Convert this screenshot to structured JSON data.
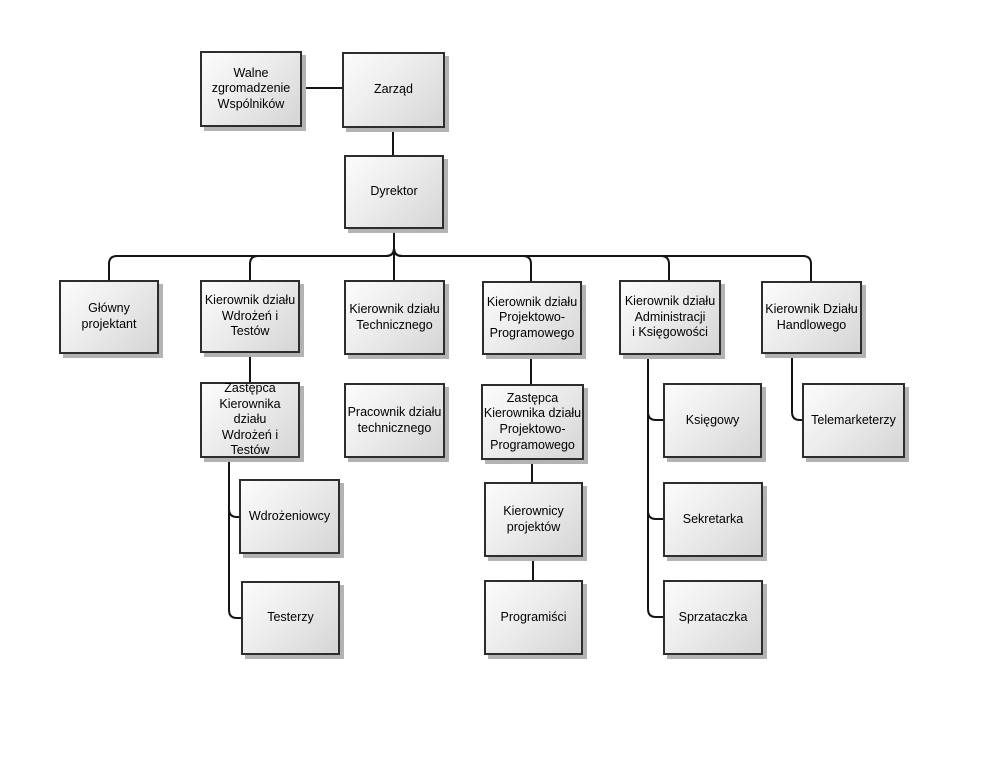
{
  "org": {
    "type": "org-chart",
    "language": "pl",
    "nodes": {
      "walne": {
        "label": "Walne\nzgromadzenie\nWspólników"
      },
      "zarzad": {
        "label": "Zarząd"
      },
      "dyrektor": {
        "label": "Dyrektor"
      },
      "glowny": {
        "label": "Główny\nprojektant"
      },
      "kier_wdrozen": {
        "label": "Kierownik działu\nWdrożeń i\nTestów"
      },
      "kier_tech": {
        "label": "Kierownik działu\nTechnicznego"
      },
      "kier_proj": {
        "label": "Kierownik działu\nProjektowo-\nProgramowego"
      },
      "kier_admin": {
        "label": "Kierownik działu\nAdministracji\ni Księgowości"
      },
      "kier_handl": {
        "label": "Kierownik Działu\nHandlowego"
      },
      "zastepca_wdrozen": {
        "label": "Zastępca\nKierownika działu\nWdrożeń i\nTestów"
      },
      "pracownik_tech": {
        "label": "Pracownik działu\ntechnicznego"
      },
      "zastepca_proj": {
        "label": "Zastępca\nKierownika działu\nProjektowo-\nProgramowego"
      },
      "ksiegowy": {
        "label": "Księgowy"
      },
      "telemarketerzy": {
        "label": "Telemarketerzy"
      },
      "wdrozeniowcy": {
        "label": "Wdrożeniowcy"
      },
      "kierownicy_proj": {
        "label": "Kierownicy\nprojektów"
      },
      "sekretarka": {
        "label": "Sekretarka"
      },
      "testerzy": {
        "label": "Testerzy"
      },
      "programisci": {
        "label": "Programiści"
      },
      "sprzataczka": {
        "label": "Sprzataczka"
      }
    },
    "edges": [
      {
        "from": "walne",
        "to": "zarzad",
        "kind": "lateral"
      },
      {
        "from": "zarzad",
        "to": "dyrektor",
        "kind": "reports"
      },
      {
        "from": "dyrektor",
        "to": "glowny",
        "kind": "reports"
      },
      {
        "from": "dyrektor",
        "to": "kier_wdrozen",
        "kind": "reports"
      },
      {
        "from": "dyrektor",
        "to": "kier_tech",
        "kind": "reports"
      },
      {
        "from": "dyrektor",
        "to": "kier_proj",
        "kind": "reports"
      },
      {
        "from": "dyrektor",
        "to": "kier_admin",
        "kind": "reports"
      },
      {
        "from": "dyrektor",
        "to": "kier_handl",
        "kind": "reports"
      },
      {
        "from": "kier_wdrozen",
        "to": "zastepca_wdrozen",
        "kind": "reports"
      },
      {
        "from": "zastepca_wdrozen",
        "to": "wdrozeniowcy",
        "kind": "reports"
      },
      {
        "from": "zastepca_wdrozen",
        "to": "testerzy",
        "kind": "reports"
      },
      {
        "from": "kier_proj",
        "to": "zastepca_proj",
        "kind": "reports"
      },
      {
        "from": "zastepca_proj",
        "to": "kierownicy_proj",
        "kind": "reports"
      },
      {
        "from": "kierownicy_proj",
        "to": "programisci",
        "kind": "reports"
      },
      {
        "from": "kier_admin",
        "to": "ksiegowy",
        "kind": "reports"
      },
      {
        "from": "kier_admin",
        "to": "sekretarka",
        "kind": "reports"
      },
      {
        "from": "kier_admin",
        "to": "sprzataczka",
        "kind": "reports"
      },
      {
        "from": "kier_handl",
        "to": "telemarketerzy",
        "kind": "reports"
      }
    ],
    "colors": {
      "node_fill_light": "#fcfcfc",
      "node_fill_dark": "#d5d5d5",
      "node_border": "#2d2d2d",
      "node_shadow": "#b3b3b3",
      "connector": "#141414",
      "background": "#ffffff",
      "text": "#000000"
    }
  }
}
